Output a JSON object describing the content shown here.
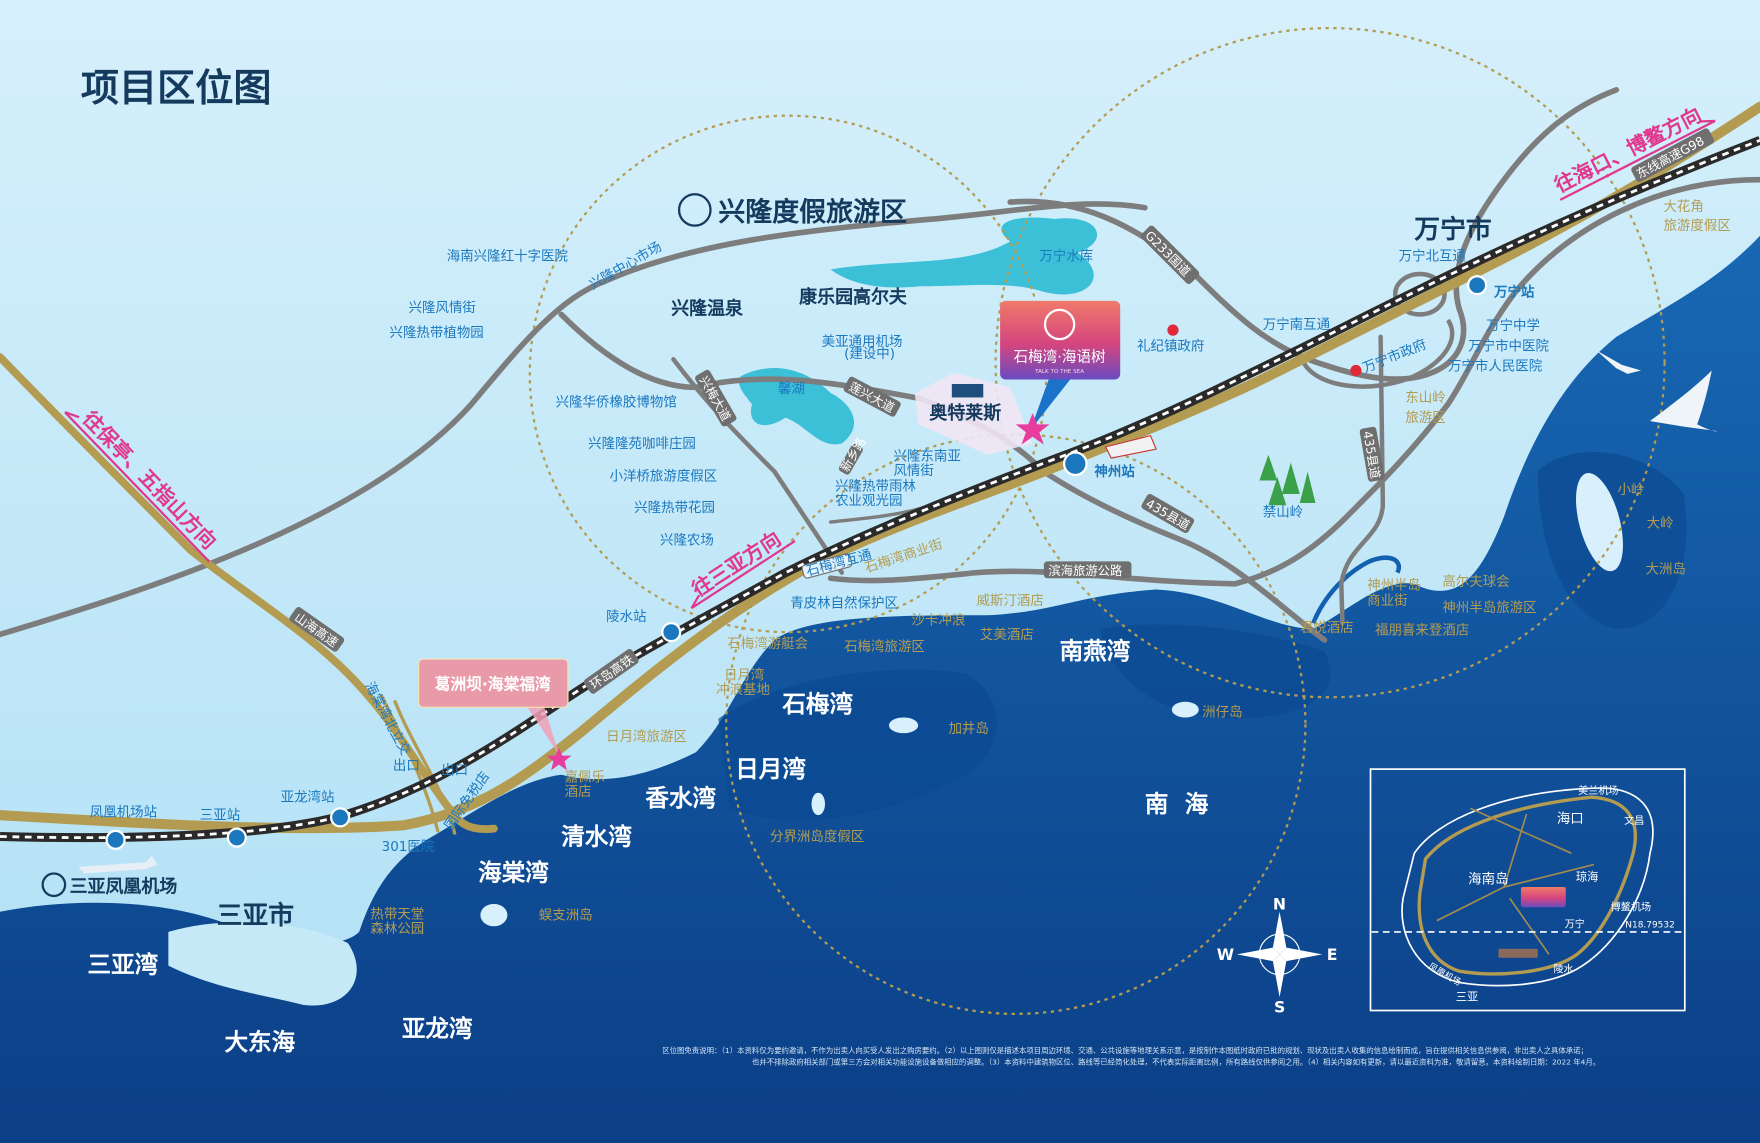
{
  "title": "项目区位图",
  "regions": {
    "xinglong_resort": "兴隆度假旅游区",
    "wanning_city": "万宁市",
    "sanya_city": "三亚市",
    "xinglong_hotspring": "兴隆温泉",
    "kangleyuan_golf": "康乐园高尔夫",
    "outlets": "奥特莱斯"
  },
  "bays": [
    "三亚湾",
    "大东海",
    "亚龙湾",
    "海棠湾",
    "清水湾",
    "香水湾",
    "日月湾",
    "石梅湾",
    "南燕湾",
    "南  海"
  ],
  "pois_blue": {
    "red_cross_hospital": "海南兴隆红十字医院",
    "fengqing_street": "兴隆风情街",
    "botanical_garden": "兴隆热带植物园",
    "central_market": "兴隆中心市场",
    "rubber_museum": "兴隆华侨橡胶博物馆",
    "coffee_manor": "兴隆隆苑咖啡庄园",
    "xiaoyangqiao": "小洋桥旅游度假区",
    "tropical_garden": "兴隆热带花园",
    "xinglong_farm": "兴隆农场",
    "meiya_airport": "美亚通用机场",
    "meiya_airport_note": "(建设中)",
    "xin_lake": "馨湖",
    "wanning_reservoir": "万宁水库",
    "sea_street_1": "兴隆东南亚",
    "sea_street_2": "风情街",
    "rainforest_1": "兴隆热带雨林",
    "rainforest_2": "农业观光园",
    "qingpilin": "青皮林自然保护区",
    "liji_gov": "礼纪镇政府",
    "wanning_north_ic": "万宁北互通",
    "wanning_south_ic": "万宁南互通",
    "wanning_gov": "万宁市政府",
    "wanning_school": "万宁中学",
    "wanning_tcm": "万宁市中医院",
    "wanning_hospital": "万宁市人民医院",
    "jinshanling": "禁山岭",
    "hospital_301": "301医院",
    "exit_1": "出口",
    "exit_2": "出口",
    "duty_free": "国际免税店",
    "haitang_interchange": "海棠湾北立交",
    "sanya_airport": "三亚凤凰机场"
  },
  "pois_gold": {
    "dahuajiao_1": "大花角",
    "dahuajiao_2": "旅游度假区",
    "dongshanling_1": "东山岭",
    "dongshanling_2": "旅游区",
    "xiaoling": "小岭",
    "daling": "大岭",
    "dazhou_island": "大洲岛",
    "shenzhou_street_1": "神州半岛",
    "shenzhou_street_2": "商业街",
    "golf_club": "高尔夫球会",
    "shenzhou_resort": "神州半岛旅游区",
    "grand_hyatt": "君悦酒店",
    "four_points": "福朋喜来登酒店",
    "shimei_street": "石梅湾商业街",
    "westin": "威斯汀酒店",
    "shaka_surf": "沙卡冲浪",
    "le_meridien": "艾美酒店",
    "yacht_club": "石梅湾游艇会",
    "shimei_resort": "石梅湾旅游区",
    "riyue_surf_1": "日月湾",
    "riyue_surf_2": "冲浪基地",
    "riyue_resort": "日月湾旅游区",
    "jiajing_island": "加井岛",
    "zhouzai_island": "洲仔岛",
    "fenjiezhou": "分界洲岛度假区",
    "capella_1": "嘉佩乐",
    "capella_2": "酒店",
    "forest_park_1": "热带天堂",
    "forest_park_2": "森林公园",
    "wuzhizhou": "蜈支洲岛"
  },
  "stations": {
    "wanning": "万宁站",
    "shenzhou": "神州站",
    "lingshui": "陵水站",
    "yalongwan": "亚龙湾站",
    "sanya": "三亚站",
    "fenghuang_airport": "凤凰机场站"
  },
  "roads": {
    "xingmei": "兴梅大道",
    "lianxing": "莲兴大道",
    "g233": "G233国道",
    "county435_a": "435县道",
    "county435_b": "435县道",
    "coastal": "滨海旅游公路",
    "shanhai": "山海高速",
    "hsr": "环岛高铁",
    "g98": "东线高速G98",
    "shimei_ic": "石梅湾互通",
    "xinxiang": "新乡路"
  },
  "directions": {
    "baoting": "往保亭、五指山方向",
    "sanya": "往三亚方向",
    "haikou": "往海口、博鳌方向"
  },
  "project": {
    "name": "石梅湾·海语树",
    "slogan": "TALK TO THE SEA"
  },
  "neighbor_project": "葛洲坝·海棠福湾",
  "compass": {
    "n": "N",
    "s": "S",
    "w": "W",
    "e": "E"
  },
  "inset": {
    "meilan_airport": "美兰机场",
    "haikou": "海口",
    "wenchang": "文昌",
    "hainan_island": "海南岛",
    "qionghai": "琼海",
    "boao_airport": "博鳌机场",
    "latitude": "N18.79532",
    "wanning": "万宁",
    "lingshui": "陵水",
    "fenghuang_airport": "凤凰机场",
    "sanya": "三亚"
  },
  "disclaimer": {
    "line1": "区位图免责说明：（1）本资料仅为要约邀请，不作为出卖人向买受人发出之购房要约。（2）以上图则仅是描述本项目周边环境、交通、公共设施等地理关系示意，是按制作本图纸时政府已批的规划、现状及出卖人收集的信息绘制而成，旨在提供相关信息供参阅，非出卖人之具体承诺；",
    "line2": "也并不排除政府相关部门或第三方会对相关功能设施设备做相应的调整。（3）本资料中建筑物区位、路线等已经简化处理，不代表实际距离比例，所有路线仅供参阅之用。（4）相关内容如有更新，请以最近资料为准，敬请留意。本资料绘制日期：2022 年4月。"
  },
  "colors": {
    "land": "#bfe6f7",
    "sea": "#0f56a3",
    "expressway": "#b39c52",
    "road": "#7d7d7d",
    "poi_blue": "#1b78bf",
    "poi_gold": "#b39c52",
    "direction_pink": "#e0388f",
    "title_navy": "#143a5e"
  }
}
